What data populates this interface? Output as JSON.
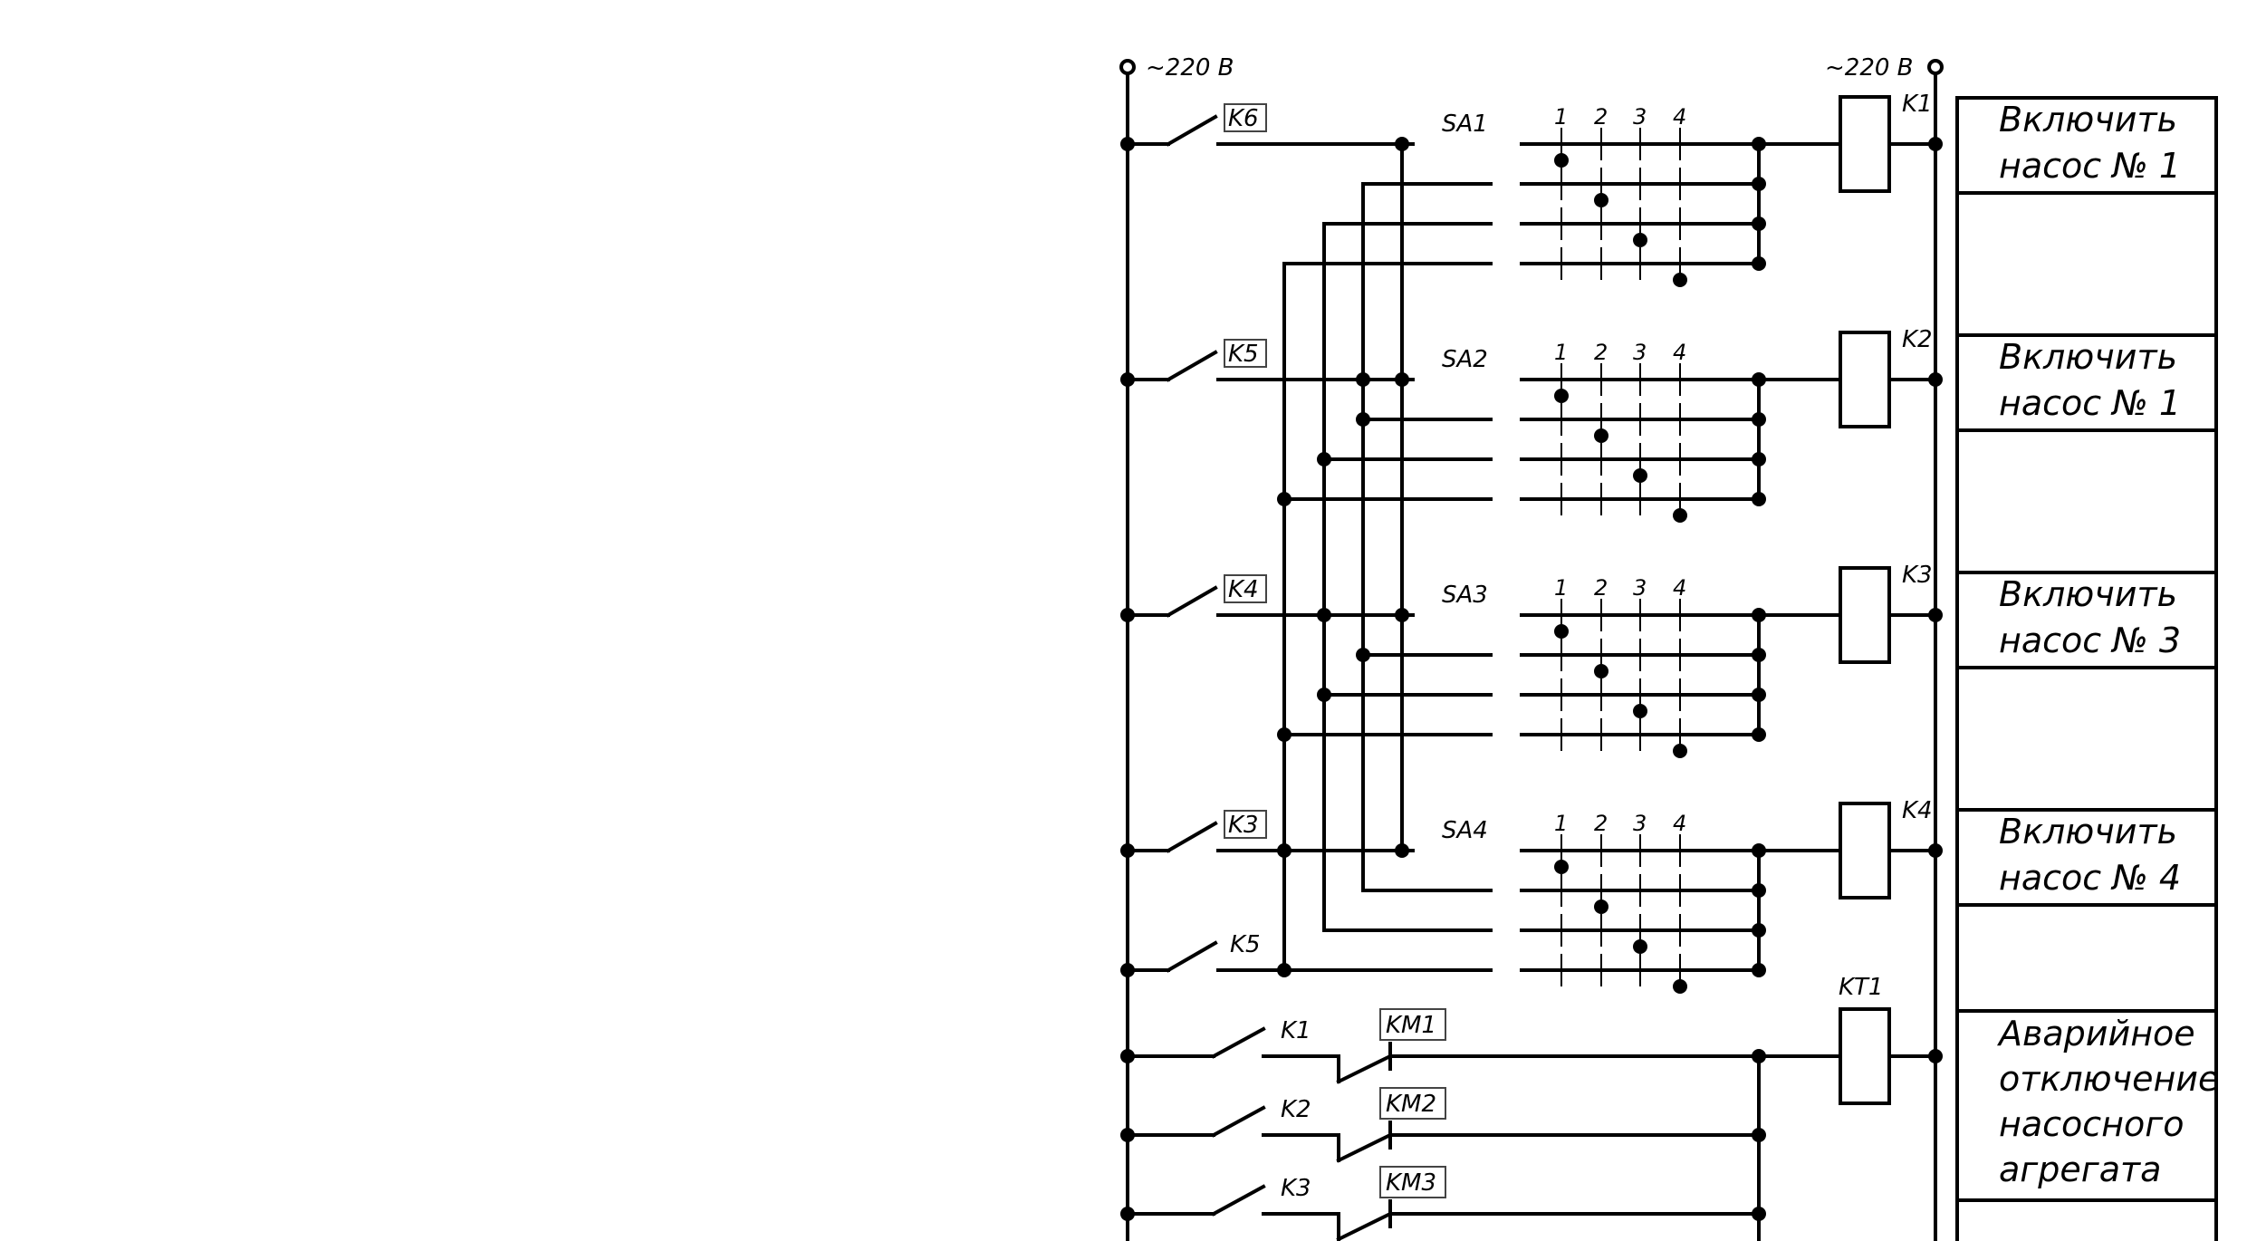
{
  "supply": {
    "left_label": "~220 В",
    "right_label": "~220 В"
  },
  "switch_labels": [
    "SA1",
    "SA2",
    "SA3",
    "SA4"
  ],
  "position_labels": [
    "1",
    "2",
    "3",
    "4"
  ],
  "row_contacts": [
    "K6",
    "K5",
    "K4",
    "K3"
  ],
  "bottom_contact": "K5",
  "coils": [
    "K1",
    "K2",
    "K3",
    "K4"
  ],
  "timer_coil": "KT1",
  "alarm_contacts": [
    {
      "contact": "K1",
      "interlock": "KM1"
    },
    {
      "contact": "K2",
      "interlock": "KM2"
    },
    {
      "contact": "K3",
      "interlock": "KM3"
    }
  ],
  "descriptions": [
    {
      "line1": "Включить",
      "line2": "насос №  1"
    },
    {
      "line1": "Включить",
      "line2": "насос №  1"
    },
    {
      "line1": "Включить",
      "line2": "насос №  3"
    },
    {
      "line1": "Включить",
      "line2": "насос №  4"
    }
  ],
  "alarm_description": [
    "Аварийное",
    "отключение",
    "насосного",
    "агрегата"
  ]
}
